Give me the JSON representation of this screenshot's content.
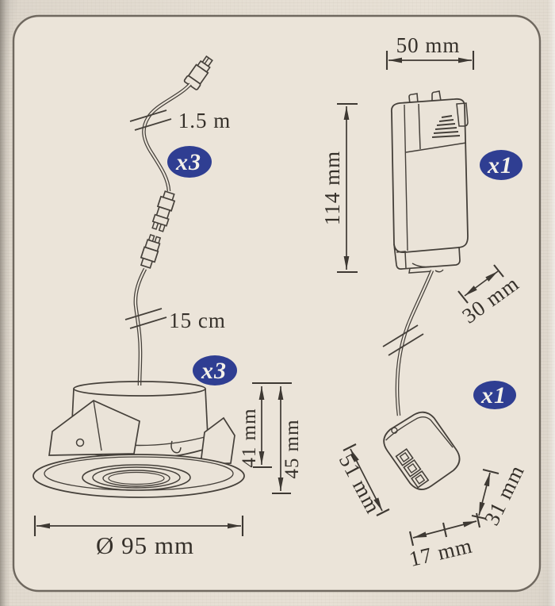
{
  "product_diagram": {
    "title_note": "packaging dimensions diagram for recessed downlight kit",
    "cable": {
      "length_label": "1.5 m",
      "tail_length_label": "15 cm",
      "quantity_badge": "x3"
    },
    "fixture": {
      "quantity_badge": "x3",
      "recess_depth_label": "41 mm",
      "total_height_label": "45 mm",
      "diameter_label": "Ø 95 mm"
    },
    "driver": {
      "quantity_badge": "x1",
      "width_label": "50 mm",
      "height_label": "114 mm",
      "depth_label": "30 mm"
    },
    "connector": {
      "quantity_badge": "x1",
      "length_label": "51 mm",
      "height_label": "31 mm",
      "width_label": "17 mm"
    },
    "colors": {
      "badge_blue": "#2f3e92",
      "badge_text": "#f4f1e9",
      "ink": "#45403a",
      "panel_background": "#eae3d8",
      "outer_background": "#ded7cc",
      "panel_border": "#6f685f"
    }
  }
}
